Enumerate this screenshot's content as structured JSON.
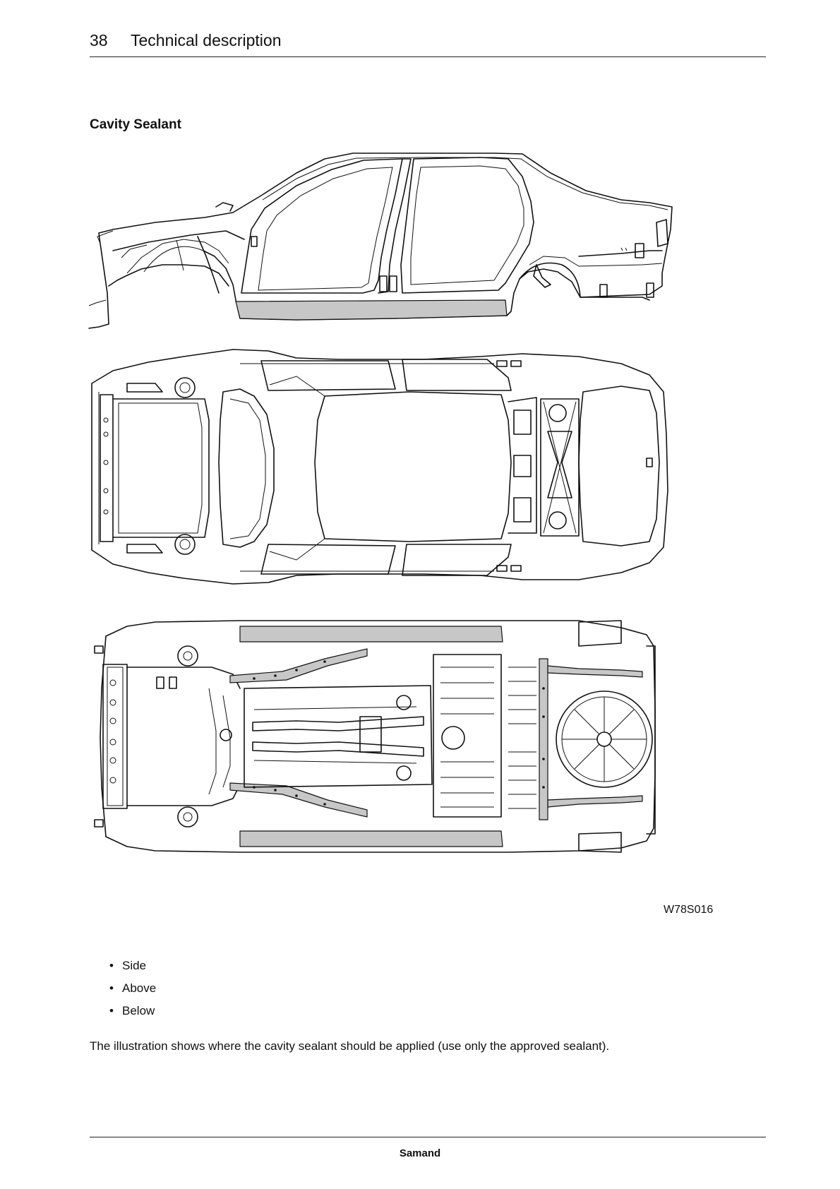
{
  "header": {
    "page_number": "38",
    "title": "Technical description"
  },
  "section": {
    "title": "Cavity Sealant"
  },
  "figure": {
    "code": "W78S016",
    "views": [
      "side-view",
      "top-view",
      "underbody-view"
    ]
  },
  "bullets": [
    "Side",
    "Above",
    "Below"
  ],
  "paragraph": "The illustration shows where the cavity sealant should be applied (use only the approved sealant).",
  "footer": {
    "brand": "Samand"
  },
  "colors": {
    "sealant_fill": "#c7c7c7",
    "line": "#111111"
  }
}
